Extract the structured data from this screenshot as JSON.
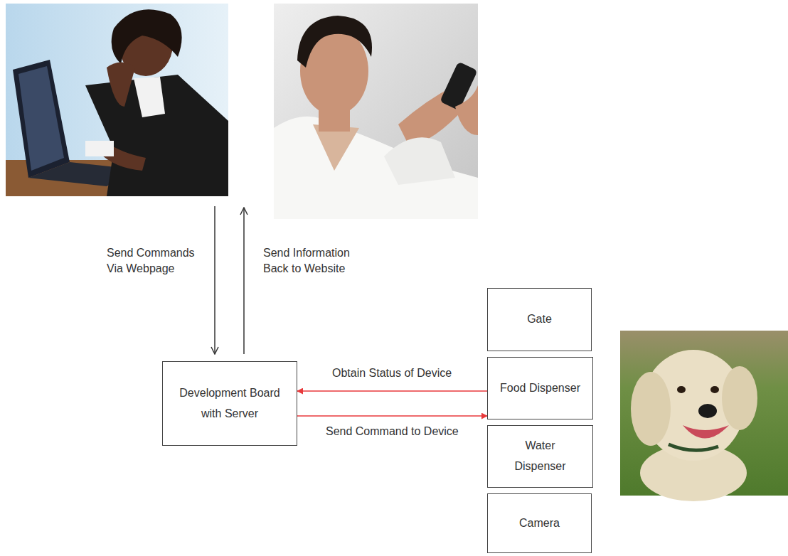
{
  "diagram": {
    "nodes": [
      {
        "text": [
          "Gate"
        ]
      },
      {
        "text": [
          "Development Board with Server"
        ]
      },
      {
        "text": [
          "Food Dispenser"
        ]
      },
      {
        "text": [
          "Water Dispenser"
        ]
      },
      {
        "text": [
          "Camera"
        ]
      }
    ],
    "edges": [
      {
        "from": 2,
        "to": 1,
        "label": "Obtain Status of Device",
        "arrow": "to"
      },
      {
        "from": 1,
        "to": 2,
        "label": "Send Command to Device",
        "arrow": "to"
      }
    ],
    "labels": [
      "Send Commands Via Webpage",
      "Send Information Back to Website"
    ]
  }
}
